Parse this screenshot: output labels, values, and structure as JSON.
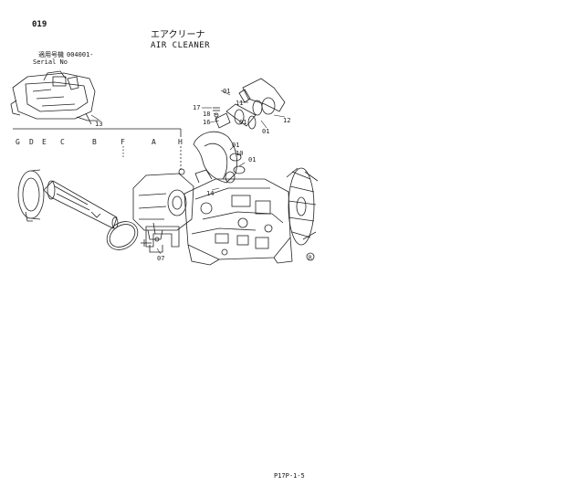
{
  "header": {
    "page_number": "019",
    "title_jp": "エアクリーナ",
    "title_en": "AIR CLEANER",
    "serial_label_jp": "適用号機",
    "serial_value": "004001-",
    "serial_label_en": "Serial No"
  },
  "column_labels": [
    "G",
    "D",
    "E",
    "C",
    "B",
    "F",
    "A",
    "H"
  ],
  "callouts": {
    "c13": "13",
    "c01a": "01",
    "c11": "11",
    "c17": "17",
    "c18": "18",
    "c16": "16",
    "c01b": "01",
    "c12": "12",
    "c01c": "01",
    "c10": "10",
    "c01d": "01",
    "c14": "14",
    "c07": "07"
  },
  "footer": {
    "code": "P17P-1-5"
  }
}
